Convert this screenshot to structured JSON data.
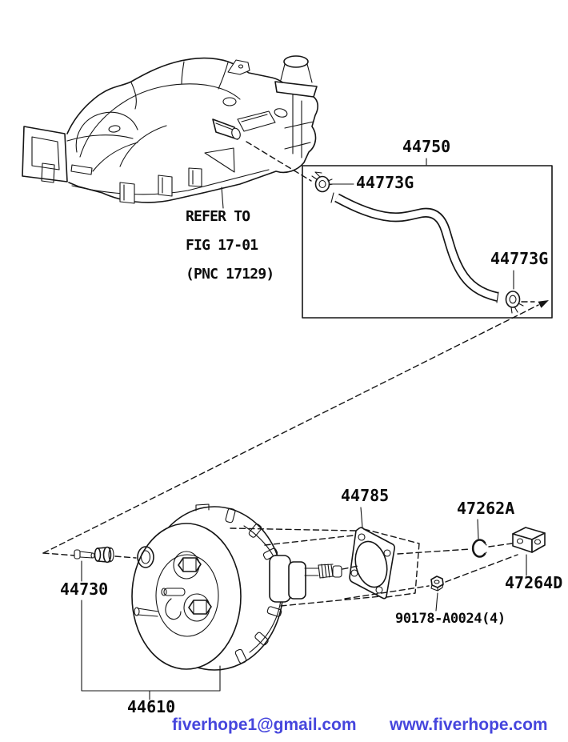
{
  "page": {
    "background": "#ffffff",
    "line_color": "#161616"
  },
  "detail_box": {
    "label": "44750"
  },
  "labels": {
    "hose_assembly": "44750",
    "clamp_upper": "44773G",
    "clamp_lower": "44773G",
    "grommet_pin": "44730",
    "brake_booster": "44610",
    "gasket": "44785",
    "clip": "47262A",
    "bracket": "47264D",
    "nut": "90178-A0024(4)"
  },
  "refer_note": {
    "line1": "REFER TO",
    "line2": "FIG 17-01",
    "line3": "(PNC 17129)"
  },
  "footer": {
    "email": "fiverhope1@gmail.com",
    "website": "www.fiverhope.com",
    "link_color": "#4646dd"
  }
}
